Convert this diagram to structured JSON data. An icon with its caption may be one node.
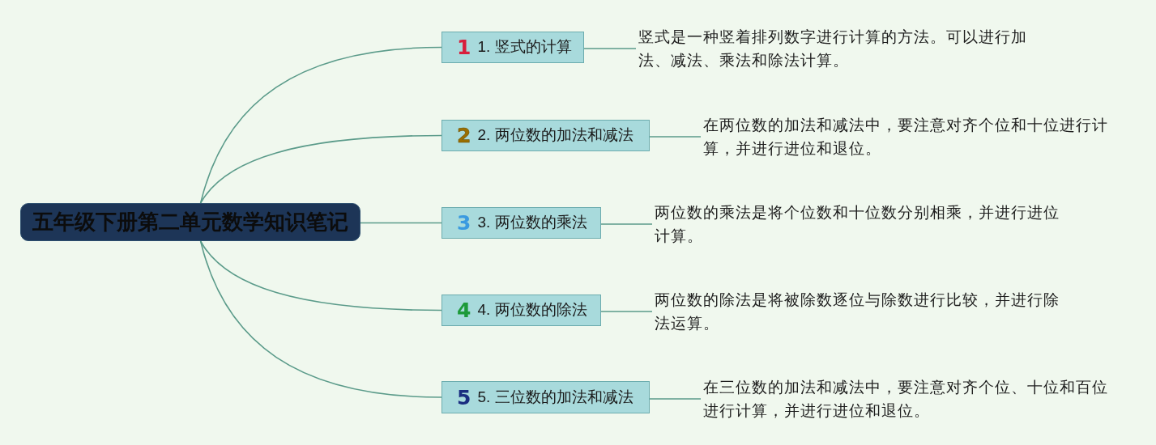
{
  "diagram": {
    "nodes": [
      {
        "text": [
          "五年级下册第二单元数学知识笔记"
        ]
      },
      {
        "text": [
          "1",
          "1. 竖式的计算"
        ]
      },
      {
        "text": [
          "竖式是一种竖着排列数字进行计算的方法。可以进行加法、减法、乘法和除法计算。"
        ]
      },
      {
        "text": [
          "2",
          "2. 两位数的加法和减法"
        ]
      },
      {
        "text": [
          "在两位数的加法和减法中，要注意对齐个位和十位进行计算，并进行进位和退位。"
        ]
      },
      {
        "text": [
          "3",
          "3. 两位数的乘法"
        ]
      },
      {
        "text": [
          "两位数的乘法是将个位数和十位数分别相乘，并进行进位计算。"
        ]
      },
      {
        "text": [
          "4",
          "4. 两位数的除法"
        ]
      },
      {
        "text": [
          "两位数的除法是将被除数逐位与除数进行比较，并进行除法运算。"
        ]
      },
      {
        "text": [
          "5",
          "5. 三位数的加法和减法"
        ]
      },
      {
        "text": [
          "在三位数的加法和减法中，要注意对齐个位、十位和百位进行计算，并进行进位和退位。"
        ]
      }
    ],
    "edges": [
      {
        "from": 0,
        "to": 1,
        "arrow": "none"
      },
      {
        "from": 0,
        "to": 3,
        "arrow": "none"
      },
      {
        "from": 0,
        "to": 5,
        "arrow": "none"
      },
      {
        "from": 0,
        "to": 7,
        "arrow": "none"
      },
      {
        "from": 0,
        "to": 9,
        "arrow": "none"
      },
      {
        "from": 1,
        "to": 2,
        "arrow": "none"
      },
      {
        "from": 3,
        "to": 4,
        "arrow": "none"
      },
      {
        "from": 5,
        "to": 6,
        "arrow": "none"
      },
      {
        "from": 7,
        "to": 8,
        "arrow": "none"
      },
      {
        "from": 9,
        "to": 10,
        "arrow": "none"
      }
    ]
  }
}
